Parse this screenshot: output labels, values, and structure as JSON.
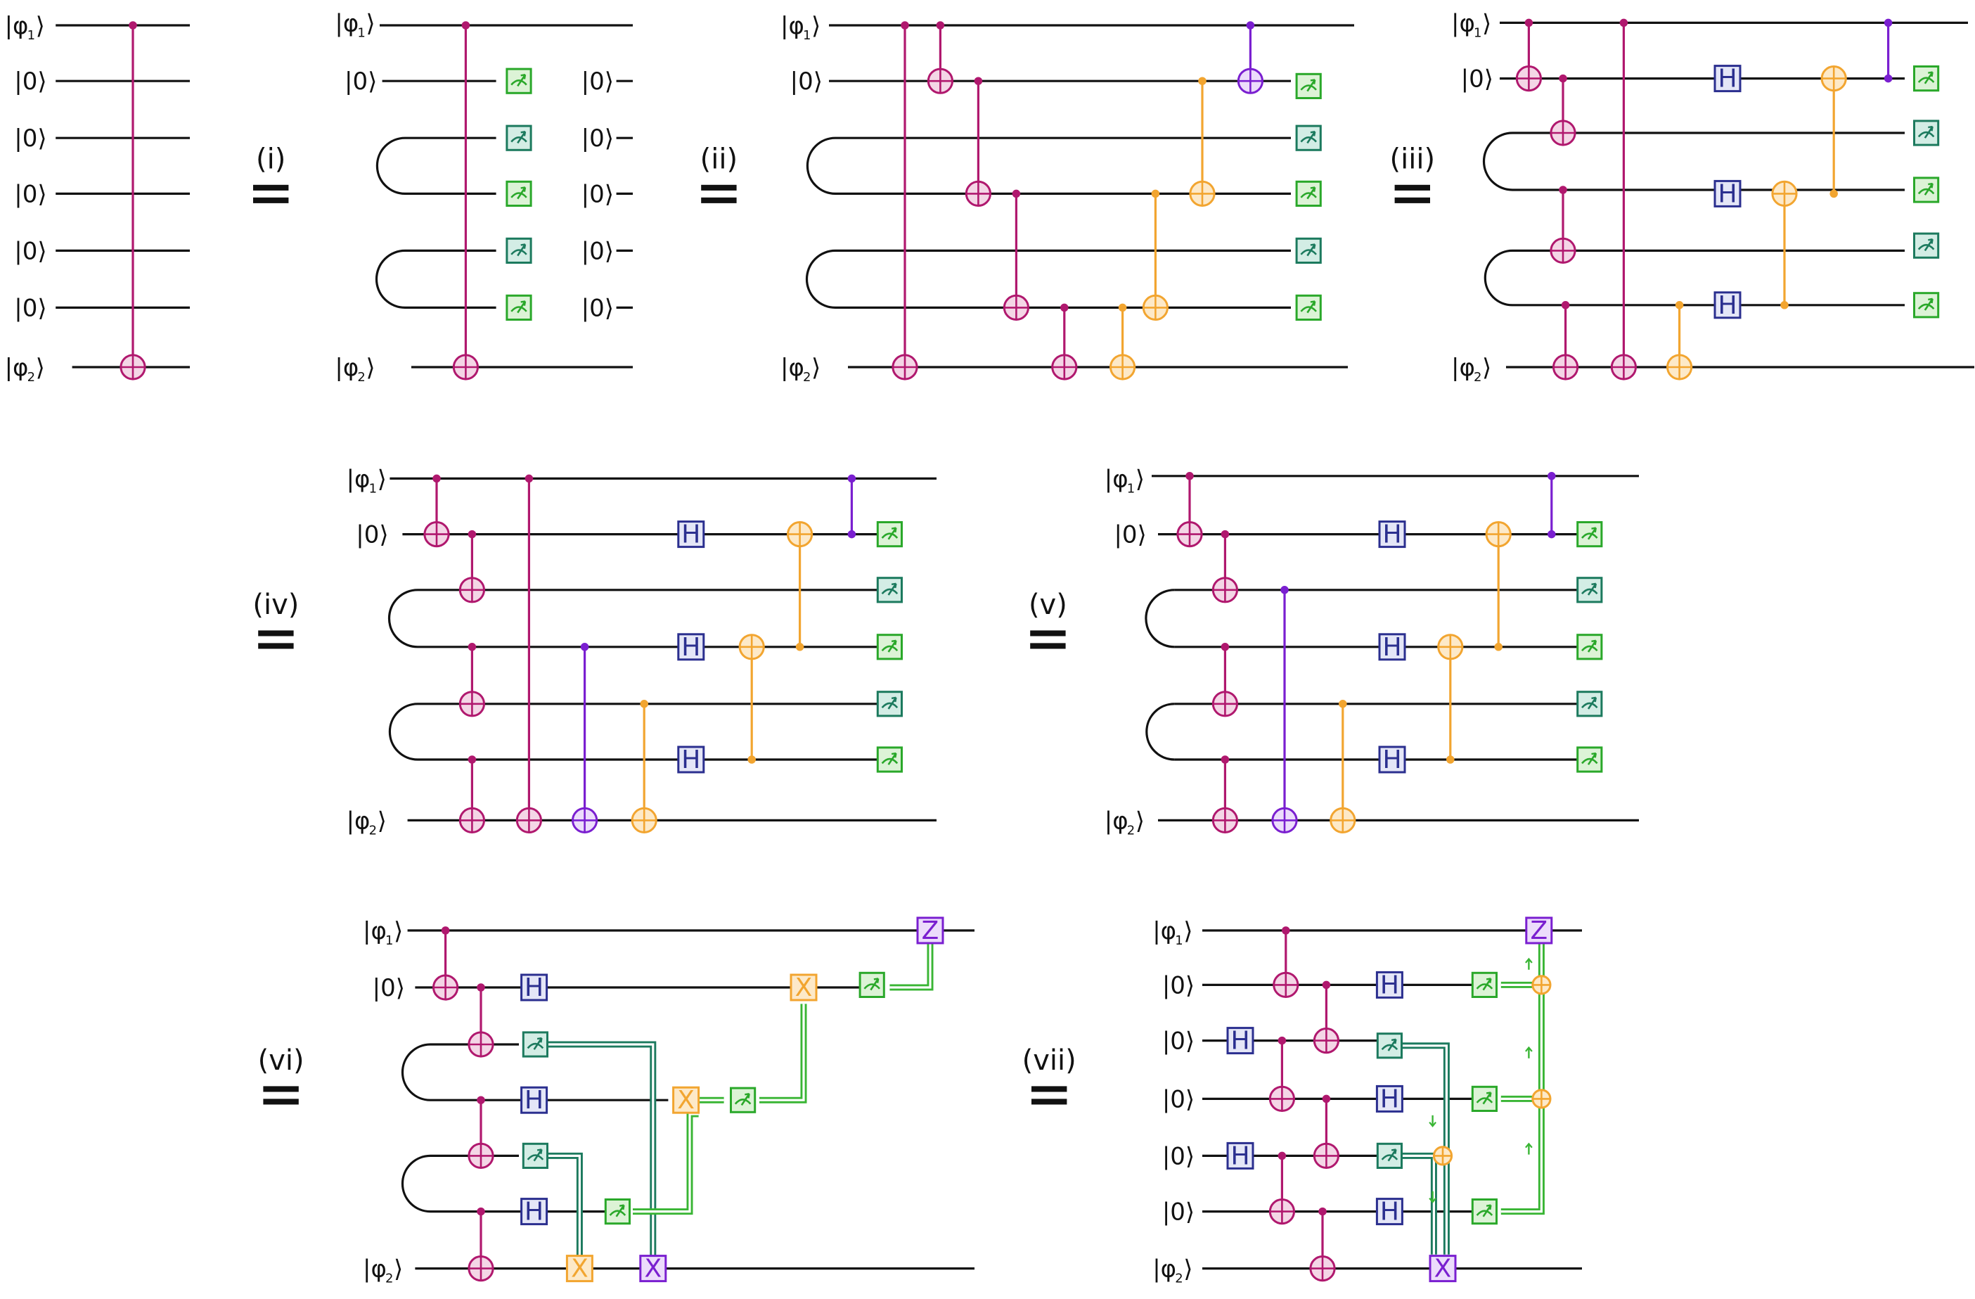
{
  "colors": {
    "wire": "#111111",
    "magenta": "#b0186e",
    "magenta_fill": "#f4d6e6",
    "purple": "#7a1fd0",
    "purple_fill": "#ecdcfb",
    "orange": "#f2a530",
    "orange_fill": "#fde9c8",
    "h_stroke": "#2b2f8f",
    "h_fill": "#e4e6f7",
    "meas_green": "#2aa82a",
    "meas_green_fill": "#dcf3d6",
    "meas_teal": "#1c7a5e",
    "meas_teal_fill": "#d3ede5",
    "classical_dark": "#1c7a5e",
    "classical_light": "#39b534"
  },
  "kets": {
    "phi1": "φ",
    "phi1_sub": "1",
    "phi2": "φ",
    "phi2_sub": "2",
    "zero": "0"
  },
  "gate_labels": {
    "h": "H",
    "x": "X",
    "z": "Z"
  },
  "equivalences": [
    "(i)",
    "(ii)",
    "(iii)",
    "(iv)",
    "(v)",
    "(vi)",
    "(vii)"
  ]
}
